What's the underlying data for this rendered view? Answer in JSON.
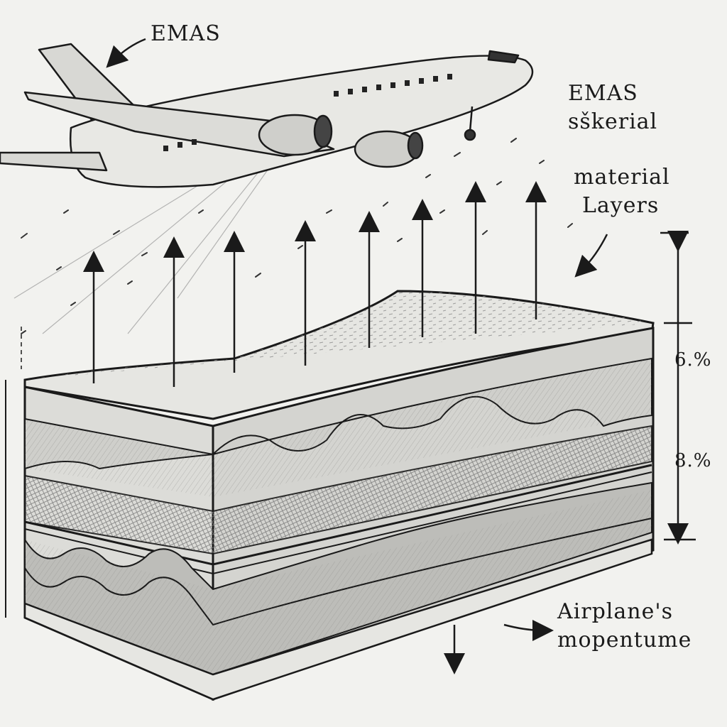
{
  "labels": {
    "emas_top": "EMAS",
    "emas_material_line1": "EMAS",
    "emas_material_line2": "sškerial",
    "material_layers_line1": "material",
    "material_layers_line2": "Layers",
    "pct_upper": "6.%",
    "pct_lower": "8.%",
    "momentum_line1": "Airplane's",
    "momentum_line2": "mopentume"
  },
  "colors": {
    "ink": "#1a1a1a",
    "paper": "#f2f2ef",
    "block_top": "#e4e4e0",
    "layer_wave": "#c9c9c5",
    "layer_dark": "#9a9a96"
  }
}
